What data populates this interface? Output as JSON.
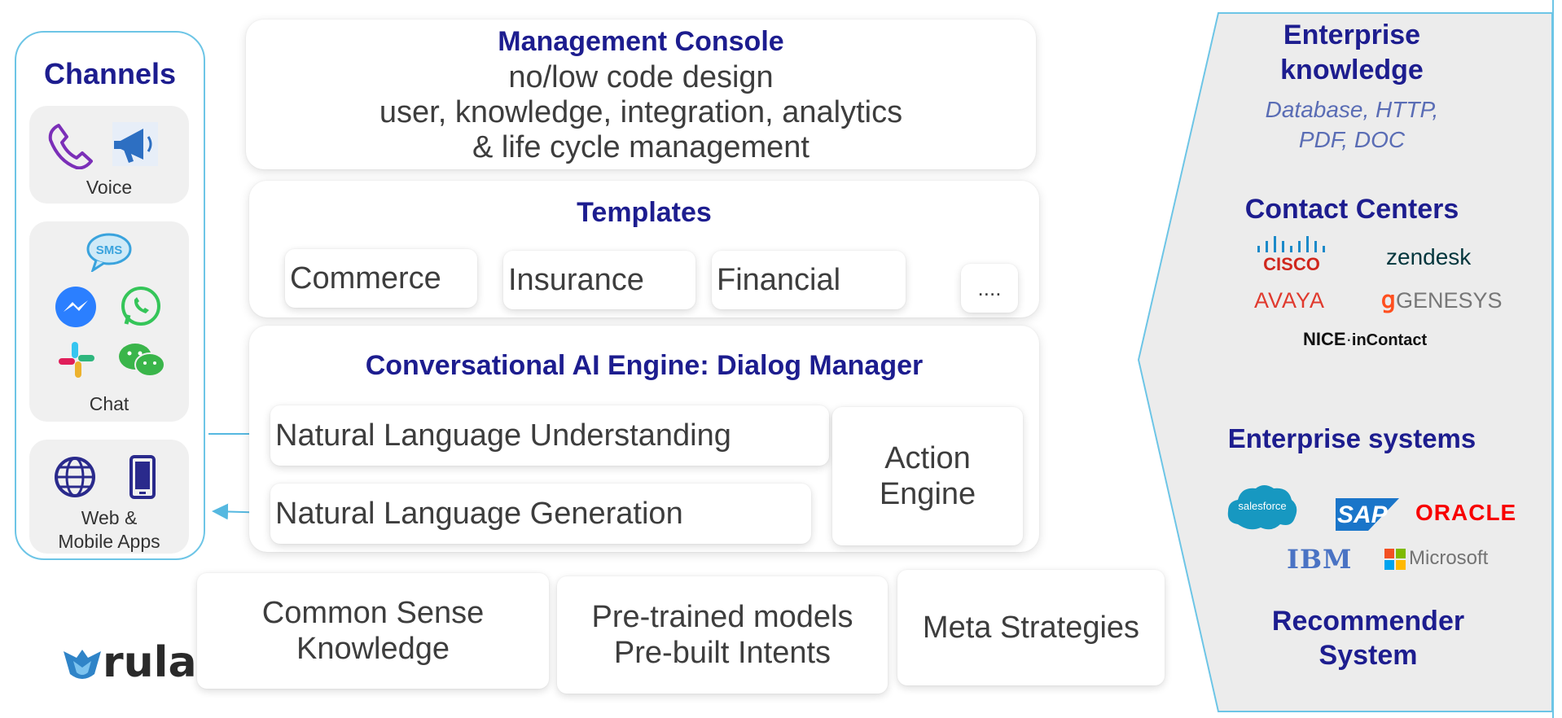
{
  "channels": {
    "title": "Channels",
    "voice_label": "Voice",
    "chat_label": "Chat",
    "web_label_line1": "Web &",
    "web_label_line2": "Mobile Apps",
    "sms_text": "SMS"
  },
  "management": {
    "title": "Management Console",
    "line1": "no/low code design",
    "line2": "user, knowledge, integration, analytics",
    "line3": "& life cycle management"
  },
  "templates": {
    "title": "Templates",
    "items": [
      "Commerce",
      "Insurance",
      "Financial",
      "...."
    ]
  },
  "engine": {
    "title": "Conversational AI Engine: Dialog Manager",
    "nlu": "Natural Language Understanding",
    "nlg": "Natural Language Generation",
    "action_line1": "Action",
    "action_line2": "Engine"
  },
  "bottom": {
    "common_line1": "Common Sense",
    "common_line2": "Knowledge",
    "pretrained_line1": "Pre-trained models",
    "pretrained_line2": "Pre-built Intents",
    "meta": "Meta Strategies"
  },
  "brand": {
    "name": "rulai"
  },
  "right": {
    "knowledge_line1": "Enterprise",
    "knowledge_line2": "knowledge",
    "knowledge_sub_line1": "Database, HTTP,",
    "knowledge_sub_line2": "PDF, DOC",
    "contact_title": "Contact Centers",
    "contact_logos": {
      "cisco": "CISCO",
      "zendesk": "zendesk",
      "avaya": "AVAYA",
      "genesys": "GENESYS",
      "nice_a": "NICE",
      "nice_b": "inContact"
    },
    "systems_title": "Enterprise systems",
    "systems_logos": {
      "salesforce": "salesforce",
      "sap": "SAP",
      "oracle": "ORACLE",
      "ibm": "IBM",
      "microsoft": "Microsoft"
    },
    "recommender_line1": "Recommender",
    "recommender_line2": "System"
  },
  "colors": {
    "navy": "#1d1d8f",
    "channel_border": "#6dc5e6",
    "right_panel_bg": "#ececec",
    "arrow": "#55b8e0"
  }
}
